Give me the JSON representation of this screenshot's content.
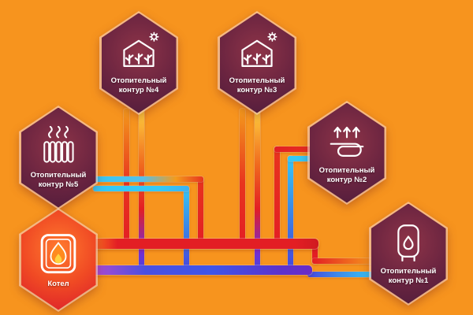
{
  "diagram": {
    "background_color": "#F7941E",
    "nodes": [
      {
        "id": "boiler",
        "label": "Котел",
        "icon": "boiler-flame-icon"
      },
      {
        "id": "circuit-5",
        "label": "Отопительный контур №5",
        "icon": "radiator-icon"
      },
      {
        "id": "circuit-4",
        "label": "Отопительный контур №4",
        "icon": "greenhouse-icon"
      },
      {
        "id": "circuit-3",
        "label": "Отопительный контур №3",
        "icon": "greenhouse-icon"
      },
      {
        "id": "circuit-2",
        "label": "Отопительный контур №2",
        "icon": "underfloor-heating-icon"
      },
      {
        "id": "circuit-1",
        "label": "Отопительный контур №1",
        "icon": "water-heater-icon"
      }
    ],
    "pipe_colors": {
      "supply_hot": "#E31E24",
      "supply_warm": "#F49B1C",
      "return_cool": "#35C8F5",
      "return_manifold": "#4746DE"
    }
  }
}
